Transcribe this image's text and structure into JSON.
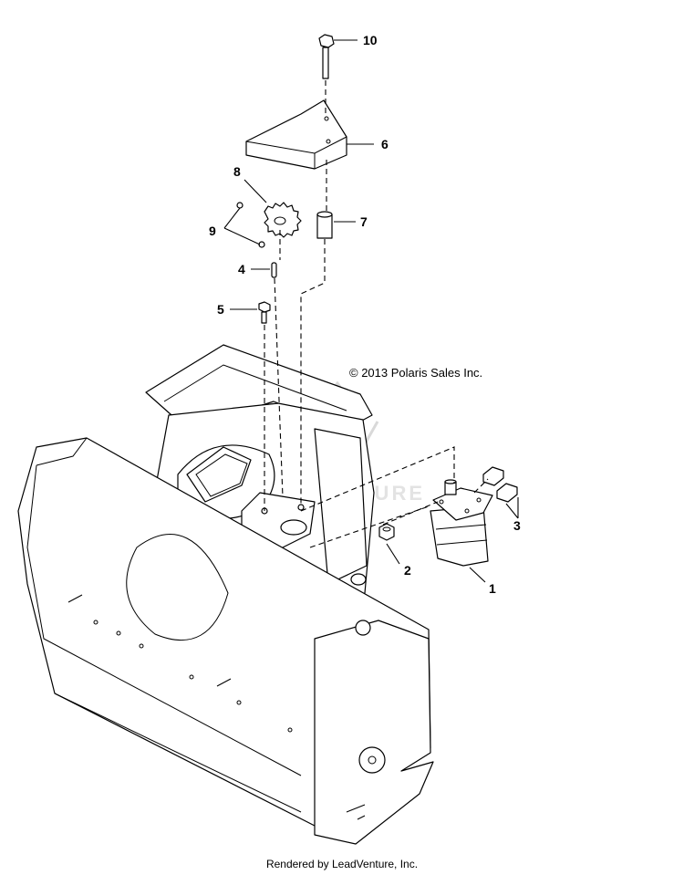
{
  "diagram": {
    "callouts": [
      {
        "id": "1",
        "label": "1"
      },
      {
        "id": "2",
        "label": "2"
      },
      {
        "id": "3",
        "label": "3"
      },
      {
        "id": "4",
        "label": "4"
      },
      {
        "id": "5",
        "label": "5"
      },
      {
        "id": "6",
        "label": "6"
      },
      {
        "id": "7",
        "label": "7"
      },
      {
        "id": "8",
        "label": "8"
      },
      {
        "id": "9",
        "label": "9"
      },
      {
        "id": "10",
        "label": "10"
      }
    ],
    "copyright": "© 2013 Polaris Sales Inc.",
    "watermark": "LEADVENTURE"
  },
  "footer": {
    "text": "Rendered by LeadVenture, Inc."
  }
}
